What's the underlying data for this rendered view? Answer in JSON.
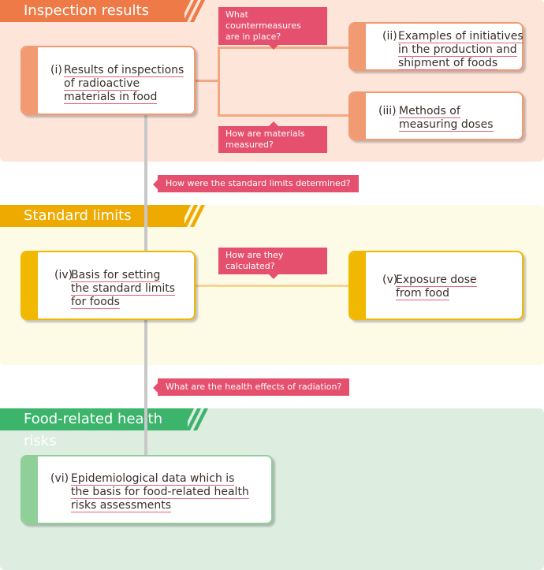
{
  "sections": {
    "inspection": {
      "title": "Inspection results",
      "color": "#ee7a47"
    },
    "standard": {
      "title": "Standard limits",
      "color": "#eeaa00"
    },
    "health": {
      "title": "Food-related health risks",
      "color": "#3cb46c"
    }
  },
  "boxes": {
    "b1": {
      "num": "(i)",
      "lines": [
        "Results of inspections",
        "of radioactive",
        "materials in food"
      ]
    },
    "b2": {
      "num": "(ii)",
      "lines": [
        "Examples of initiatives",
        "in the production and",
        "shipment of foods"
      ]
    },
    "b3": {
      "num": "(iii)",
      "lines": [
        "Methods of",
        "measuring doses"
      ]
    },
    "b4": {
      "num": "(iv)",
      "lines": [
        "Basis for setting",
        "the standard limits",
        "for foods"
      ]
    },
    "b5": {
      "num": "(v)",
      "lines": [
        "Exposure dose",
        "from food"
      ]
    },
    "b6": {
      "num": "(vi)",
      "lines": [
        "Epidemiological data which is",
        "the basis for food-related health",
        "risks assessments"
      ]
    }
  },
  "bubbles": {
    "countermeasures": [
      "What countermeasures",
      "are in place?"
    ],
    "measured": [
      "How are materials",
      "measured?"
    ],
    "standard_limits": "How were the standard limits determined?",
    "calculated": [
      "How are they",
      "calculated?"
    ],
    "health_effects": "What are the health effects of radiation?"
  }
}
